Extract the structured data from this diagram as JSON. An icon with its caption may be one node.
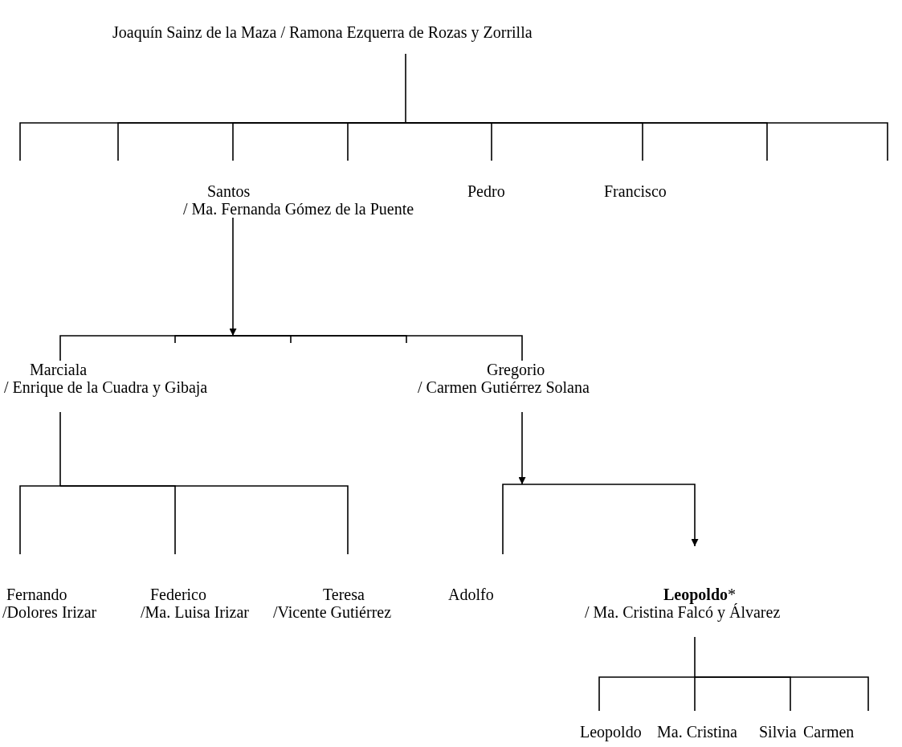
{
  "diagram": {
    "nodes": [
      {
        "text": [
          "Joaquín Sainz de la Maza / Ramona Ezquerra de Rozas y Zorrilla"
        ]
      },
      {
        "text": [
          "Santos",
          "/ Ma. Fernanda Gómez de la Puente"
        ]
      },
      {
        "text": [
          "Pedro"
        ]
      },
      {
        "text": [
          "Francisco"
        ]
      },
      {
        "text": [
          "Marciala",
          "/ Enrique de la Cuadra y Gibaja"
        ]
      },
      {
        "text": [
          "Gregorio",
          "/ Carmen Gutiérrez Solana"
        ]
      },
      {
        "text": [
          "Fernando",
          "/Dolores Irizar"
        ]
      },
      {
        "text": [
          "Federico",
          "/Ma. Luisa Irizar"
        ]
      },
      {
        "text": [
          "Teresa",
          "/Vicente Gutiérrez"
        ]
      },
      {
        "text": [
          "Adolfo"
        ]
      },
      {
        "text": [
          "**Leopoldo***",
          "/ Ma. Cristina Falcó y Álvarez"
        ]
      },
      {
        "text": [
          "Leopoldo"
        ]
      },
      {
        "text": [
          "Ma. Cristina"
        ]
      },
      {
        "text": [
          "Silvia"
        ]
      },
      {
        "text": [
          "Carmen"
        ]
      }
    ],
    "edges": [
      {
        "from": 0,
        "to": null,
        "arrow": "none"
      },
      {
        "from": 0,
        "to": null,
        "arrow": "none"
      },
      {
        "from": 0,
        "to": 1,
        "arrow": "none"
      },
      {
        "from": 0,
        "to": null,
        "arrow": "none"
      },
      {
        "from": 0,
        "to": 2,
        "arrow": "none"
      },
      {
        "from": 0,
        "to": 3,
        "arrow": "none"
      },
      {
        "from": 0,
        "to": null,
        "arrow": "none"
      },
      {
        "from": 0,
        "to": null,
        "arrow": "none"
      },
      {
        "from": 1,
        "to": 4,
        "arrow": "none"
      },
      {
        "from": 1,
        "to": null,
        "arrow": "none"
      },
      {
        "from": 1,
        "to": null,
        "arrow": "none"
      },
      {
        "from": 1,
        "to": null,
        "arrow": "none"
      },
      {
        "from": 1,
        "to": 5,
        "arrow": "none"
      },
      {
        "from": 4,
        "to": 6,
        "arrow": "none"
      },
      {
        "from": 4,
        "to": 7,
        "arrow": "none"
      },
      {
        "from": 4,
        "to": 8,
        "arrow": "none"
      },
      {
        "from": 5,
        "to": 9,
        "arrow": "none"
      },
      {
        "from": 5,
        "to": 10,
        "arrow": "to"
      },
      {
        "from": 10,
        "to": 11,
        "arrow": "none"
      },
      {
        "from": 10,
        "to": 12,
        "arrow": "none"
      },
      {
        "from": 10,
        "to": 13,
        "arrow": "none"
      },
      {
        "from": 10,
        "to": 14,
        "arrow": "none"
      },
      {
        "from": 1,
        "to": null,
        "arrow": "to"
      },
      {
        "from": 5,
        "to": null,
        "arrow": "to"
      }
    ]
  }
}
